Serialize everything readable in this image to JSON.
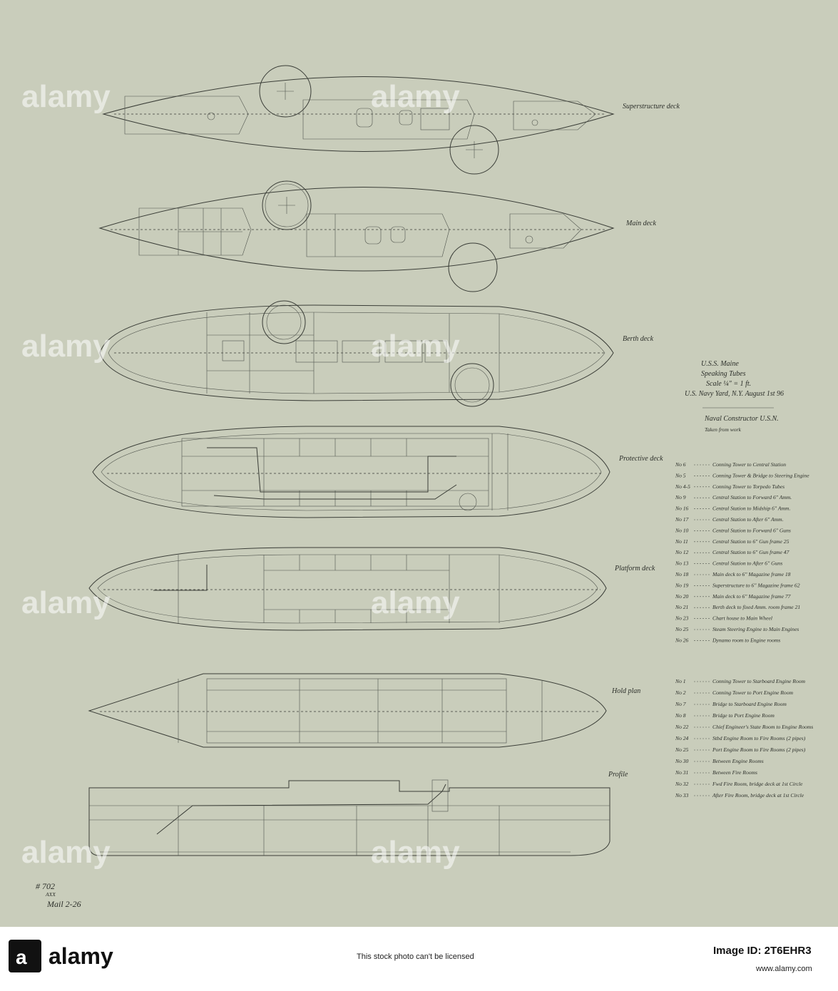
{
  "decks": [
    {
      "label": "Superstructure deck"
    },
    {
      "label": "Main deck"
    },
    {
      "label": "Berth deck"
    },
    {
      "label": "Protective deck"
    },
    {
      "label": "Platform deck"
    },
    {
      "label": "Hold plan"
    },
    {
      "label": "Profile"
    }
  ],
  "title_block": {
    "line1": "U.S.S. Maine",
    "line2": "Speaking Tubes",
    "line3": "Scale ¼\" = 1 ft.",
    "line4": "U.S. Navy Yard, N.Y. August 1st 96",
    "signature": "Naval Constructor U.S.N.",
    "note": "Taken from work"
  },
  "legend_a": [
    {
      "no": "6",
      "text": "Conning Tower to Central Station"
    },
    {
      "no": "5",
      "text": "Conning Tower & Bridge to Steering Engine"
    },
    {
      "no": "4-5",
      "text": "Conning Tower to Torpedo Tubes"
    },
    {
      "no": "9",
      "text": "Central Station to Forward 6\" Amm."
    },
    {
      "no": "16",
      "text": "Central Station to Midship 6\" Amm."
    },
    {
      "no": "17",
      "text": "Central Station to After 6\" Amm."
    },
    {
      "no": "10",
      "text": "Central Station to Forward 6\" Guns"
    },
    {
      "no": "11",
      "text": "Central Station to 6\" Gun frame 25"
    },
    {
      "no": "12",
      "text": "Central Station to 6\" Gun frame 47"
    },
    {
      "no": "13",
      "text": "Central Station to After 6\" Guns"
    },
    {
      "no": "18",
      "text": "Main deck to 6\" Magazine frame 18"
    },
    {
      "no": "19",
      "text": "Superstructure to 6\" Magazine frame 62"
    },
    {
      "no": "20",
      "text": "Main deck to 6\" Magazine frame 77"
    },
    {
      "no": "21",
      "text": "Berth deck to fixed Amm. room frame 21"
    },
    {
      "no": "23",
      "text": "Chart house to Main Wheel"
    },
    {
      "no": "25",
      "text": "Steam Steering Engine to Main Engines"
    },
    {
      "no": "26",
      "text": "Dynamo room to Engine rooms"
    }
  ],
  "legend_b": [
    {
      "no": "1",
      "text": "Conning Tower to Starboard Engine Room"
    },
    {
      "no": "2",
      "text": "Conning Tower to Port Engine Room"
    },
    {
      "no": "7",
      "text": "Bridge to Starboard Engine Room"
    },
    {
      "no": "8",
      "text": "Bridge to Port Engine Room"
    },
    {
      "no": "22",
      "text": "Chief Engineer's State Room to Engine Rooms"
    },
    {
      "no": "24",
      "text": "Stbd Engine Room to Fire Rooms (2 pipes)"
    },
    {
      "no": "25",
      "text": "Port Engine Room to Fire Rooms (2 pipes)"
    },
    {
      "no": "30",
      "text": "Between Engine Rooms"
    },
    {
      "no": "31",
      "text": "Between Fire Rooms"
    },
    {
      "no": "32",
      "text": "Fwd Fire Room, bridge deck at 1st Circle"
    },
    {
      "no": "33",
      "text": "After Fire Room, bridge deck at 1st Circle"
    }
  ],
  "corner_note": {
    "line1": "# 702",
    "line2": "AXX",
    "line3": "Mail 2-26"
  },
  "watermark": {
    "text": "alamy"
  },
  "footer": {
    "logo": "alamy",
    "caption": "This stock photo can't be licensed",
    "image_id_label": "Image ID: 2T6EHR3",
    "site": "www.alamy.com"
  },
  "colors": {
    "paper": "#c9cdbb",
    "ink": "#3a3d37",
    "footer_bg": "#ffffff"
  }
}
